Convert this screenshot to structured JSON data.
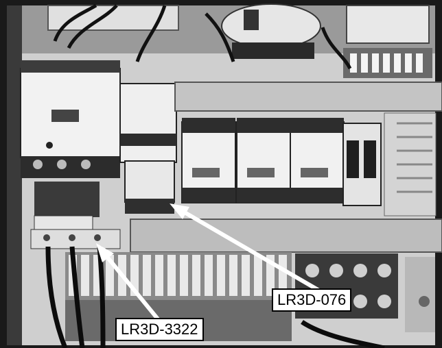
{
  "photo": {
    "subject": "electrical-control-panel",
    "palette": [
      "#f0f0f0",
      "#b8b8b8",
      "#6e6e6e",
      "#1e1e1e"
    ]
  },
  "callouts": [
    {
      "label": "LR3D-076"
    },
    {
      "label": "LR3D-3322"
    }
  ],
  "arrow_color": "#ffffff"
}
